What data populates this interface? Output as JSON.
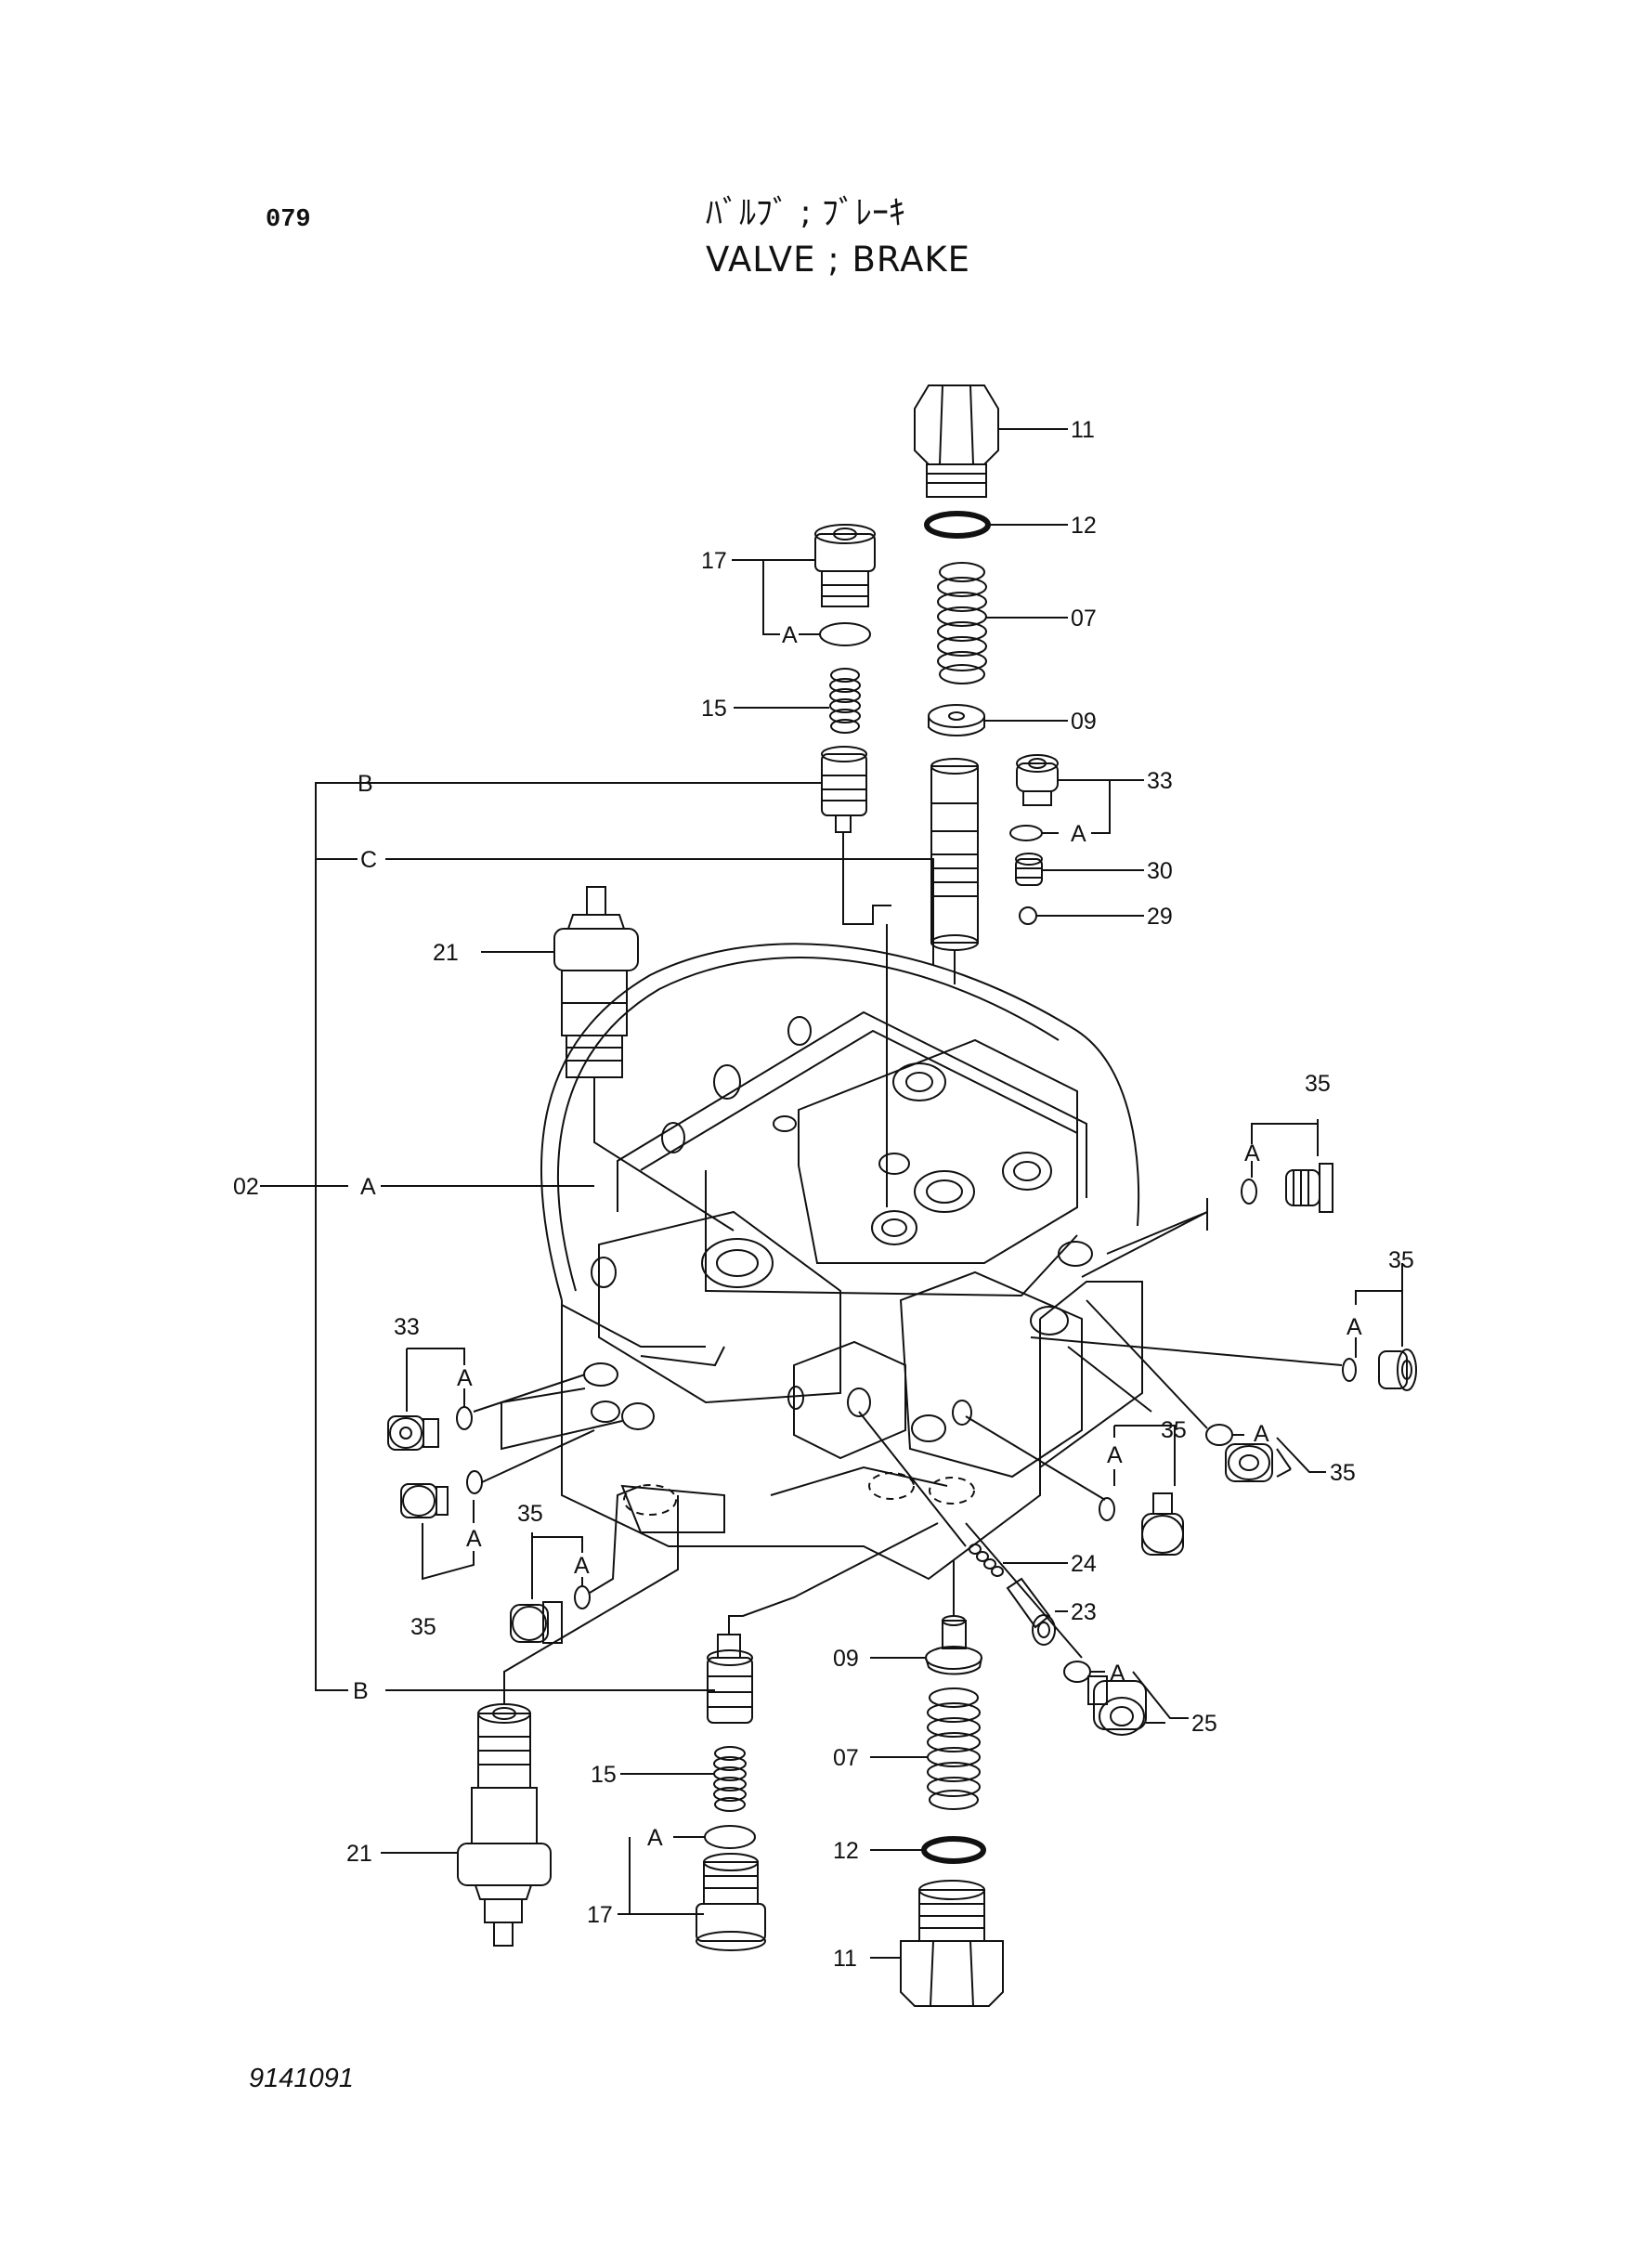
{
  "header": {
    "page_number": "079",
    "title_jp": "ﾊﾞﾙﾌﾞ ; ﾌﾞﾚｰｷ",
    "title_en": "VALVE ; BRAKE"
  },
  "footer": {
    "drawing_number": "9141091"
  },
  "callouts": {
    "c11_top": "11",
    "c12_top": "12",
    "c07_top": "07",
    "c09_top": "09",
    "c17_top": "17",
    "c15_top": "15",
    "a_17_top": "A",
    "c33_top": "33",
    "a_33_top": "A",
    "c30": "30",
    "c29": "29",
    "ref_b_top": "B",
    "ref_c": "C",
    "c21_top": "21",
    "c02": "02",
    "ref_a": "A",
    "c35_right1": "35",
    "a_35_right1": "A",
    "c35_right2": "35",
    "a_35_right2": "A",
    "c33_left": "33",
    "a_33_left": "A",
    "a_35_left": "A",
    "c35_left": "35",
    "c35_left2": "35",
    "a_35_left2": "A",
    "c35_mid": "35",
    "a_35_mid": "A",
    "a_35_right3": "A",
    "c35_right3": "35",
    "c24": "24",
    "c23": "23",
    "c09_bottom": "09",
    "a_25": "A",
    "c25": "25",
    "ref_b_bottom": "B",
    "c15_bottom": "15",
    "c07_bottom": "07",
    "c21_bottom": "21",
    "a_17_bottom": "A",
    "c12_bottom": "12",
    "c17_bottom": "17",
    "c11_bottom": "11"
  }
}
